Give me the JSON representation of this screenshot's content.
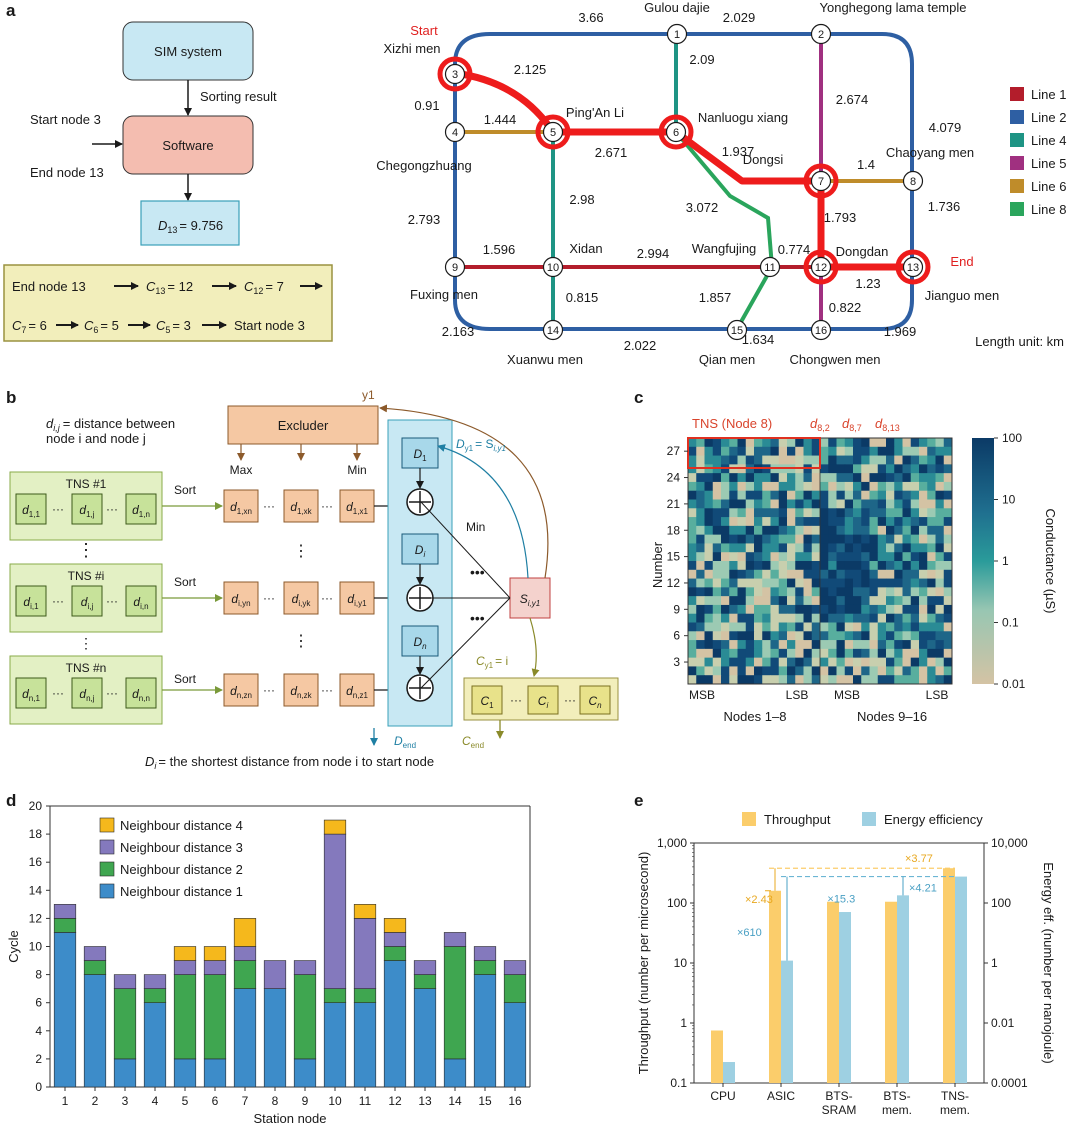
{
  "panel_labels": {
    "a": "a",
    "b": "b",
    "c": "c",
    "d": "d",
    "e": "e"
  },
  "panel_a": {
    "flow": {
      "sim_system": "SIM system",
      "sorting_result": "Sorting result",
      "start_node": "Start node 3",
      "software": "Software",
      "end_node": "End node 13",
      "d13_sym": "D",
      "d13_sub": "13",
      "d13_val": "= 9.756"
    },
    "backtrack": {
      "end_node": "End node 13",
      "c13": "C",
      "c13_sub": "13",
      "c13_val": "= 12",
      "c12": "C",
      "c12_sub": "12",
      "c12_val": "= 7",
      "c7": "C",
      "c7_sub": "7",
      "c7_val": "= 6",
      "c6": "C",
      "c6_sub": "6",
      "c6_val": "= 5",
      "c5": "C",
      "c5_sub": "5",
      "c5_val": "= 3",
      "start_node": "Start node 3"
    },
    "map": {
      "start_label": "Start",
      "end_label": "End",
      "unit_note": "Length unit: km",
      "nodes": [
        {
          "id": "1",
          "name": "Gulou dajie"
        },
        {
          "id": "2",
          "name": "Yonghegong lama temple"
        },
        {
          "id": "3",
          "name": "Xizhi men"
        },
        {
          "id": "4",
          "name": "Chegongzhuang"
        },
        {
          "id": "5",
          "name": "Ping'An Li"
        },
        {
          "id": "6",
          "name": "Nanluogu xiang"
        },
        {
          "id": "7",
          "name": "Dongsi"
        },
        {
          "id": "8",
          "name": "Chaoyang men"
        },
        {
          "id": "9",
          "name": "Fuxing men"
        },
        {
          "id": "10",
          "name": "Xidan"
        },
        {
          "id": "11",
          "name": "Wangfujing"
        },
        {
          "id": "12",
          "name": "Dongdan"
        },
        {
          "id": "13",
          "name": "Jianguo men"
        },
        {
          "id": "14",
          "name": "Xuanwu men"
        },
        {
          "id": "15",
          "name": "Qian men"
        },
        {
          "id": "16",
          "name": "Chongwen men"
        }
      ],
      "edge_lengths": [
        "3.66",
        "2.029",
        "2.125",
        "2.09",
        "0.91",
        "1.444",
        "2.674",
        "2.671",
        "1.937",
        "4.079",
        "1.4",
        "2.98",
        "3.072",
        "2.793",
        "1.793",
        "1.736",
        "1.596",
        "2.994",
        "0.774",
        "1.23",
        "0.815",
        "1.857",
        "0.822",
        "2.163",
        "2.022",
        "1.634",
        "1.969"
      ],
      "legend": [
        {
          "label": "Line 1",
          "color": "#b31d2b"
        },
        {
          "label": "Line 2",
          "color": "#2e5fa3"
        },
        {
          "label": "Line 4",
          "color": "#1e9484"
        },
        {
          "label": "Line 5",
          "color": "#a03080"
        },
        {
          "label": "Line 6",
          "color": "#bf8c2a"
        },
        {
          "label": "Line 8",
          "color": "#2aa55c"
        }
      ],
      "route_color": "#ee1c1c"
    }
  },
  "panel_b": {
    "dij_def_line1": "d",
    "dij_def_sub": "i,j",
    "dij_def_rest": "= distance between",
    "dij_def_line2": "node i and node j",
    "excluder": "Excluder",
    "y1": "y1",
    "max": "Max",
    "min": "Min",
    "tns1": "TNS #1",
    "tnsi": "TNS #i",
    "tnsn": "TNS #n",
    "sort": "Sort",
    "min_mid": "Min",
    "dy1": "D",
    "dy1_sub": "y1",
    "dy1_mid": "= S",
    "dy1_sub2": "i,y1",
    "s_iy1": "S",
    "s_iy1_sub": "i,y1",
    "cy1": "C",
    "cy1_sub": "y1",
    "cy1_val": "= i",
    "dend": "D",
    "dend_sub": "end",
    "cend": "C",
    "cend_sub": "end",
    "footnote_d": "D",
    "footnote_sub": "i",
    "footnote_rest": "= the shortest distance from node i to start node"
  },
  "panel_c": {
    "title": "TNS (Node 8)",
    "d82": "d",
    "d82_sub": "8,2",
    "d87": "d",
    "d87_sub": "8,7",
    "d813": "d",
    "d813_sub": "8,13",
    "ylabel": "Number",
    "yticks": [
      "3",
      "6",
      "9",
      "12",
      "15",
      "18",
      "21",
      "24",
      "27"
    ],
    "msb": "MSB",
    "lsb": "LSB",
    "group1": "Nodes 1–8",
    "group2": "Nodes 9–16",
    "cbar_label": "Conductance (µS)",
    "cbar_ticks": [
      "100",
      "10",
      "1",
      "0.1",
      "0.01"
    ],
    "colors": {
      "high": "#0b3a66",
      "mid": "#2a9b9a",
      "low": "#d4c3a4"
    }
  },
  "chart_data": [
    {
      "type": "bar",
      "stacked": true,
      "xlabel": "Station node",
      "ylabel": "Cycle",
      "ylim": [
        0,
        20
      ],
      "yticks": [
        0,
        2,
        4,
        6,
        8,
        10,
        12,
        14,
        16,
        18,
        20
      ],
      "categories": [
        "1",
        "2",
        "3",
        "4",
        "5",
        "6",
        "7",
        "8",
        "9",
        "10",
        "11",
        "12",
        "13",
        "14",
        "15",
        "16"
      ],
      "series": [
        {
          "name": "Neighbour distance 1",
          "color": "#3d8cc9",
          "values": [
            11,
            8,
            2,
            6,
            2,
            2,
            7,
            7,
            2,
            6,
            6,
            9,
            7,
            2,
            8,
            6
          ]
        },
        {
          "name": "Neighbour distance 2",
          "color": "#3fa650",
          "values": [
            1,
            1,
            5,
            1,
            6,
            6,
            2,
            0,
            6,
            1,
            1,
            1,
            1,
            8,
            1,
            2
          ]
        },
        {
          "name": "Neighbour distance 3",
          "color": "#8479bd",
          "values": [
            1,
            1,
            1,
            1,
            1,
            1,
            1,
            2,
            1,
            11,
            5,
            1,
            1,
            1,
            1,
            1
          ]
        },
        {
          "name": "Neighbour distance 4",
          "color": "#f5b81c",
          "values": [
            0,
            0,
            0,
            0,
            1,
            1,
            2,
            0,
            0,
            1,
            1,
            1,
            0,
            0,
            0,
            0
          ]
        }
      ],
      "legend_position": "top-left"
    },
    {
      "type": "bar",
      "categories": [
        "CPU",
        "ASIC",
        "BTS-\nSRAM",
        "BTS-\nmem.",
        "TNS-\nmem."
      ],
      "category_lines": [
        [
          "CPU"
        ],
        [
          "ASIC"
        ],
        [
          "BTS-",
          "SRAM"
        ],
        [
          "BTS-",
          "mem."
        ],
        [
          "TNS-",
          "mem."
        ]
      ],
      "series": [
        {
          "name": "Throughput",
          "axis": "left",
          "color": "#fbcd6b",
          "values": [
            0.75,
            160,
            105,
            105,
            380
          ]
        },
        {
          "name": "Energy efficiency",
          "axis": "right",
          "color": "#9ed0e2",
          "values": [
            0.0005,
            1.2,
            50,
            180,
            760
          ]
        }
      ],
      "ylabel_left": "Throughput (number per microsecond)",
      "ylabel_right": "Energy eff. (number per nanojoule)",
      "yscale": "log",
      "ylim_left": [
        0.1,
        1000
      ],
      "ylim_right": [
        0.0001,
        10000
      ],
      "yticks_left": [
        "0.1",
        "1",
        "10",
        "100",
        "1,000"
      ],
      "yticks_right": [
        "0.0001",
        "0.01",
        "1",
        "100",
        "10,000"
      ],
      "annotations": [
        "×2.43",
        "×3.77",
        "×15.3",
        "×4.21",
        "×610"
      ],
      "legend_position": "top"
    }
  ]
}
